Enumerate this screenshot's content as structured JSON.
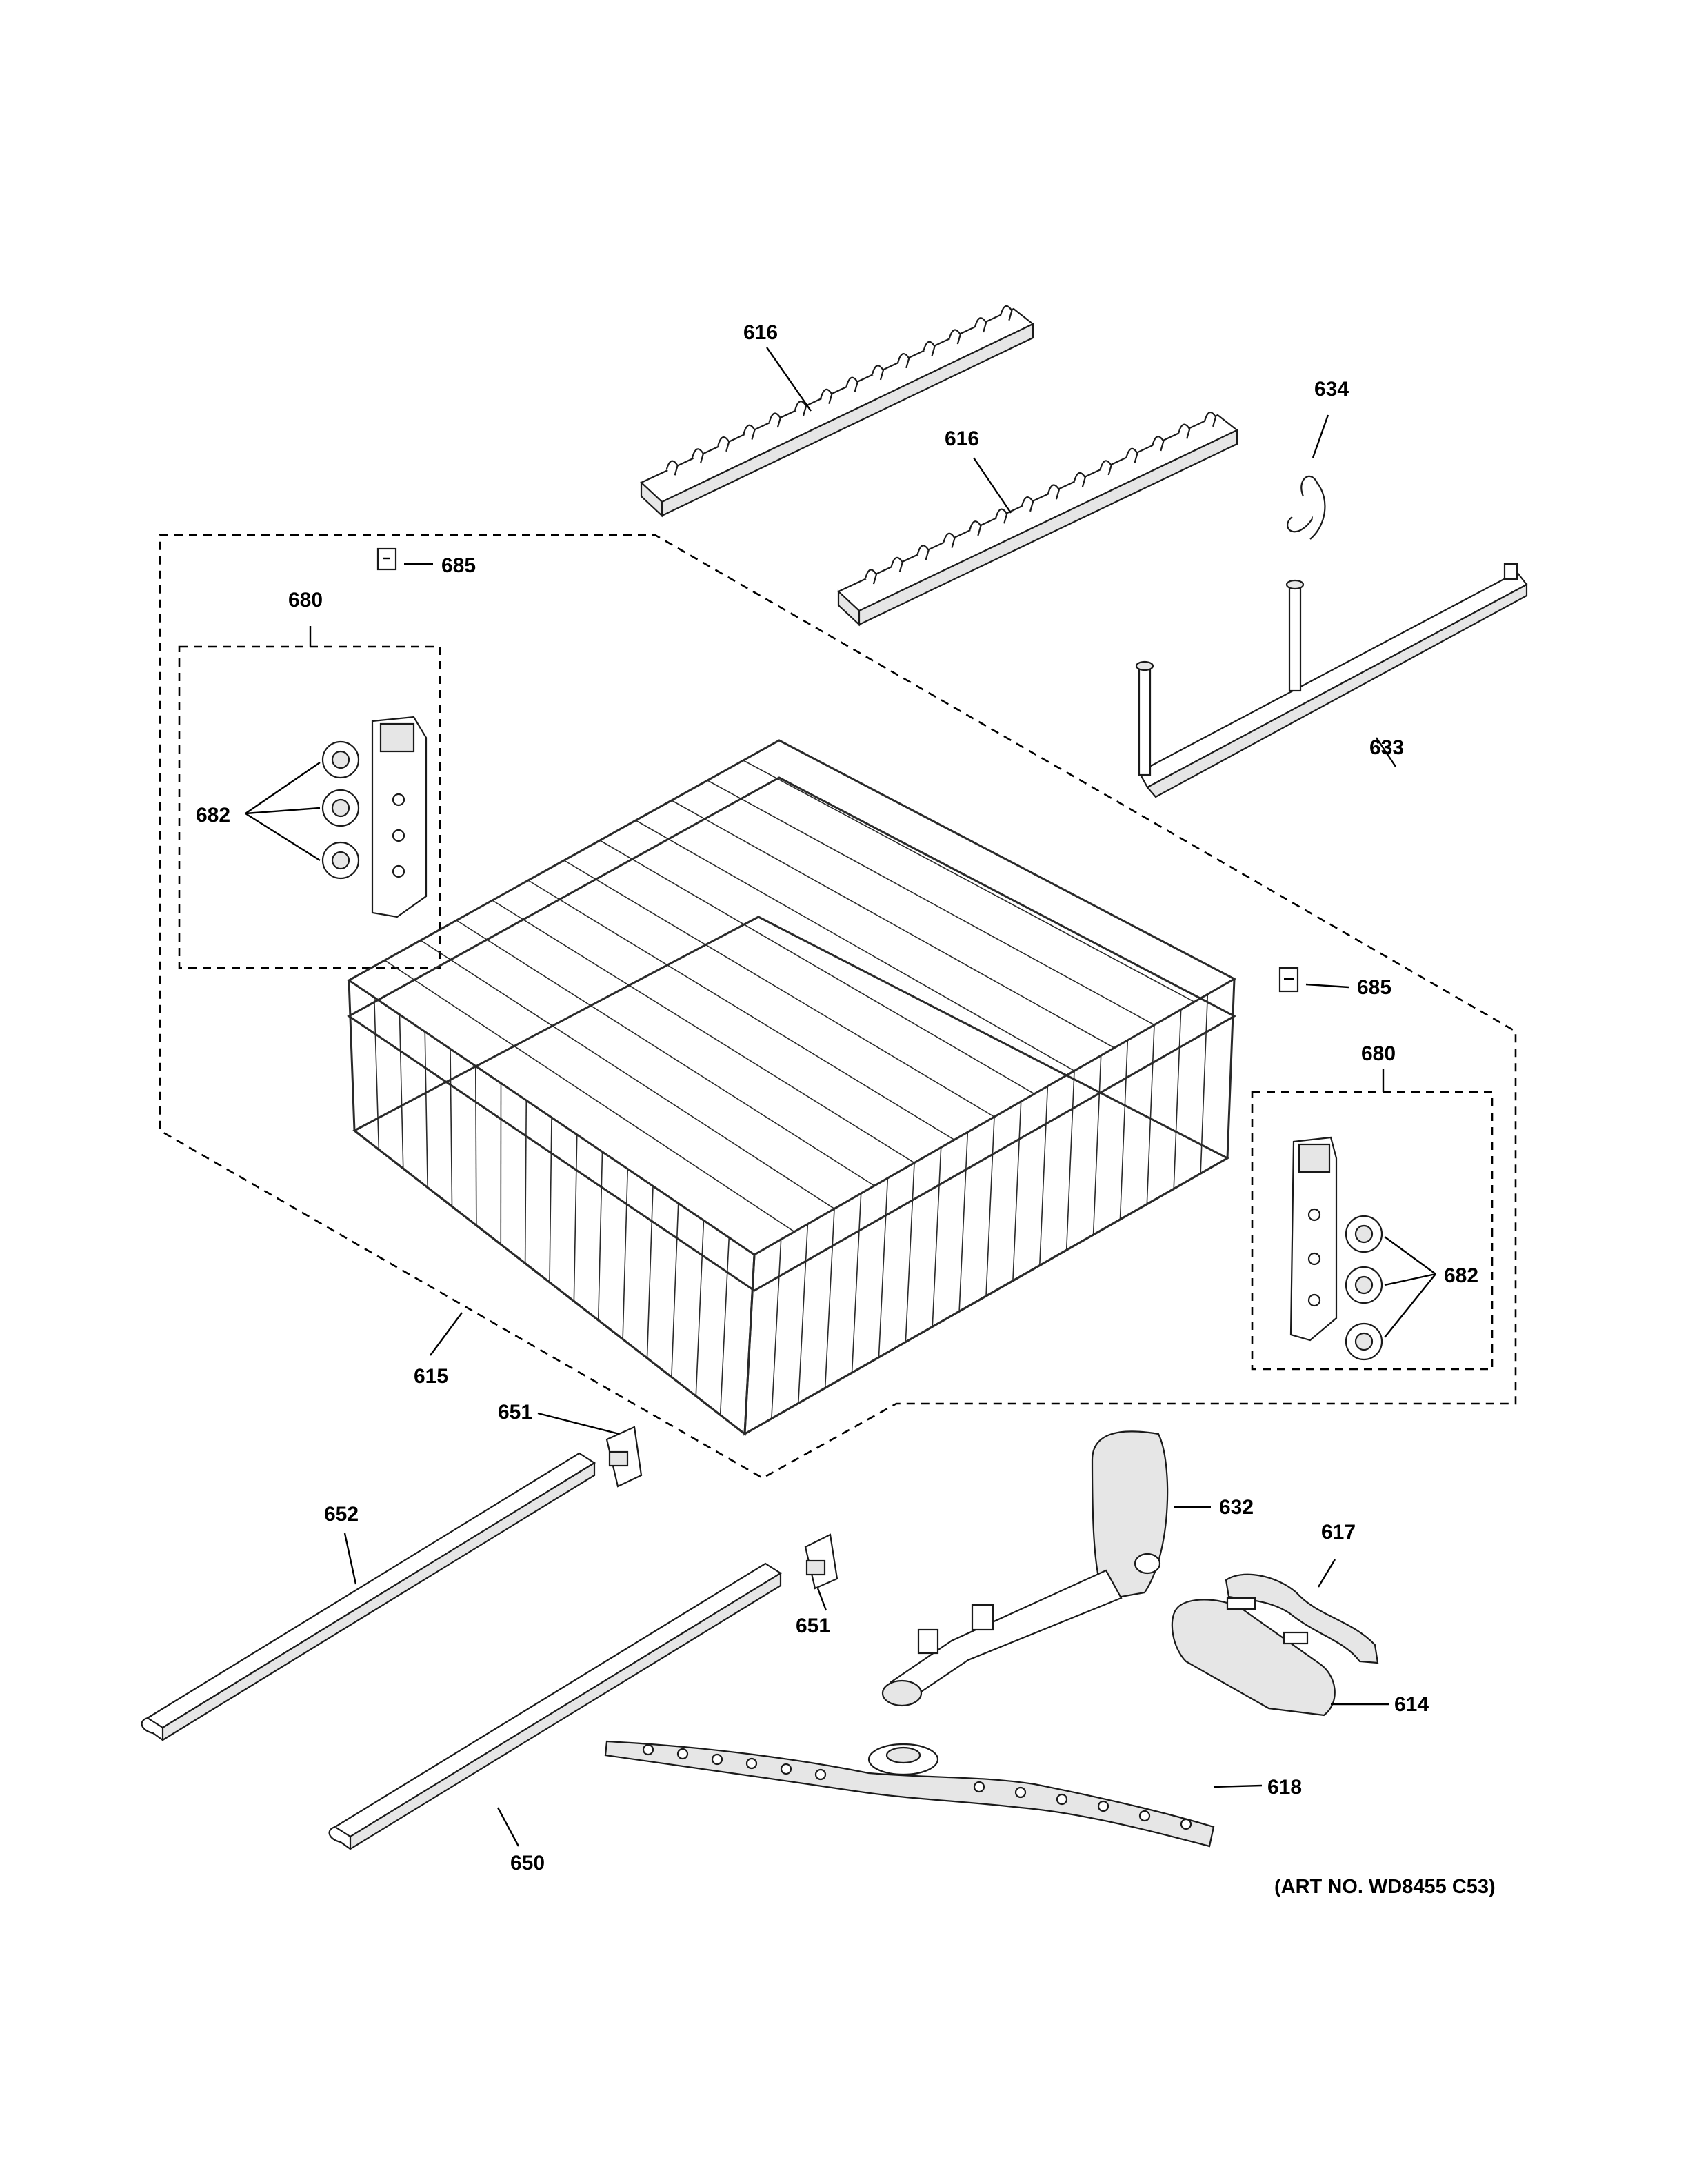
{
  "callouts": {
    "c616a": "616",
    "c616b": "616",
    "c634": "634",
    "c685a": "685",
    "c680a": "680",
    "c682a": "682",
    "c633": "633",
    "c685b": "685",
    "c680b": "680",
    "c682b": "682",
    "c615": "615",
    "c651a": "651",
    "c652": "652",
    "c632": "632",
    "c617": "617",
    "c651b": "651",
    "c614": "614",
    "c618": "618",
    "c650": "650"
  },
  "art_number": "(ART NO. WD8455 C53)",
  "colors": {
    "line": "#000000",
    "part_shade": "#e6e6e6",
    "background": "#ffffff"
  }
}
